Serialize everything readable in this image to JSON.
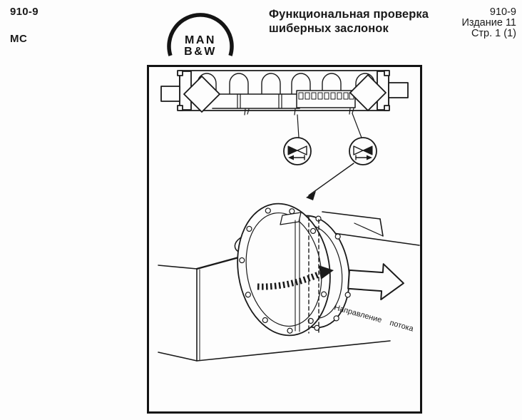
{
  "page": {
    "doc_number_left": "910-9",
    "engine_type": "MC",
    "title_line1": "Функциональная проверка",
    "title_line2": "шиберных заслонок",
    "doc_number_right": "910-9",
    "edition": "Издание 11",
    "page_ref": "Стр. 1 (1)"
  },
  "logo": {
    "line1": "MAN",
    "line2": "B&W"
  },
  "diagram": {
    "flow_direction_label": "Направление потока",
    "icons": [
      "butterfly-valve-icon-left",
      "butterfly-valve-icon-right",
      "gate-movement-striped-arrow",
      "flow-direction-block-arrow",
      "open-disc-dashed-outline",
      "pointer-arrow"
    ]
  },
  "colors": {
    "ink": "#1a1a1a",
    "background": "#fdfdfd"
  }
}
